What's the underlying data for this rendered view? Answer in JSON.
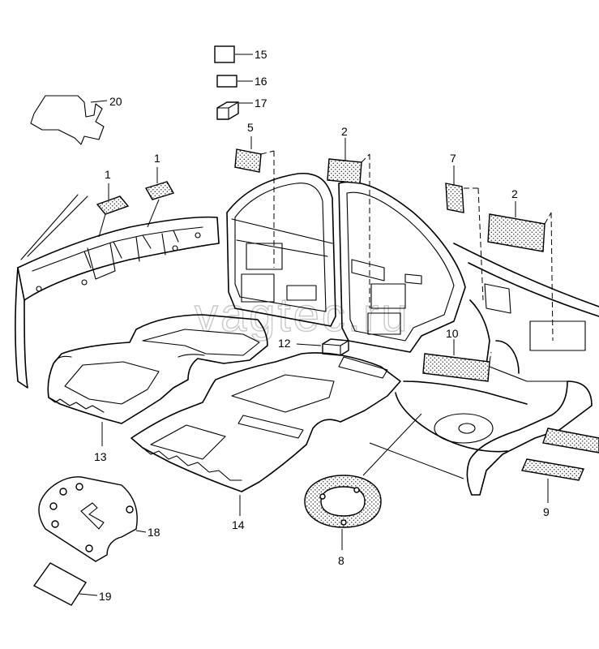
{
  "watermark": "vagtec.ru",
  "callouts": {
    "c15": "15",
    "c16": "16",
    "c17": "17",
    "c20": "20",
    "c1a": "1",
    "c1b": "1",
    "c5": "5",
    "c2a": "2",
    "c7": "7",
    "c2b": "2",
    "c12": "12",
    "c10": "10",
    "c13": "13",
    "c14": "14",
    "c9": "9",
    "c8": "8",
    "c18": "18",
    "c19": "19"
  }
}
